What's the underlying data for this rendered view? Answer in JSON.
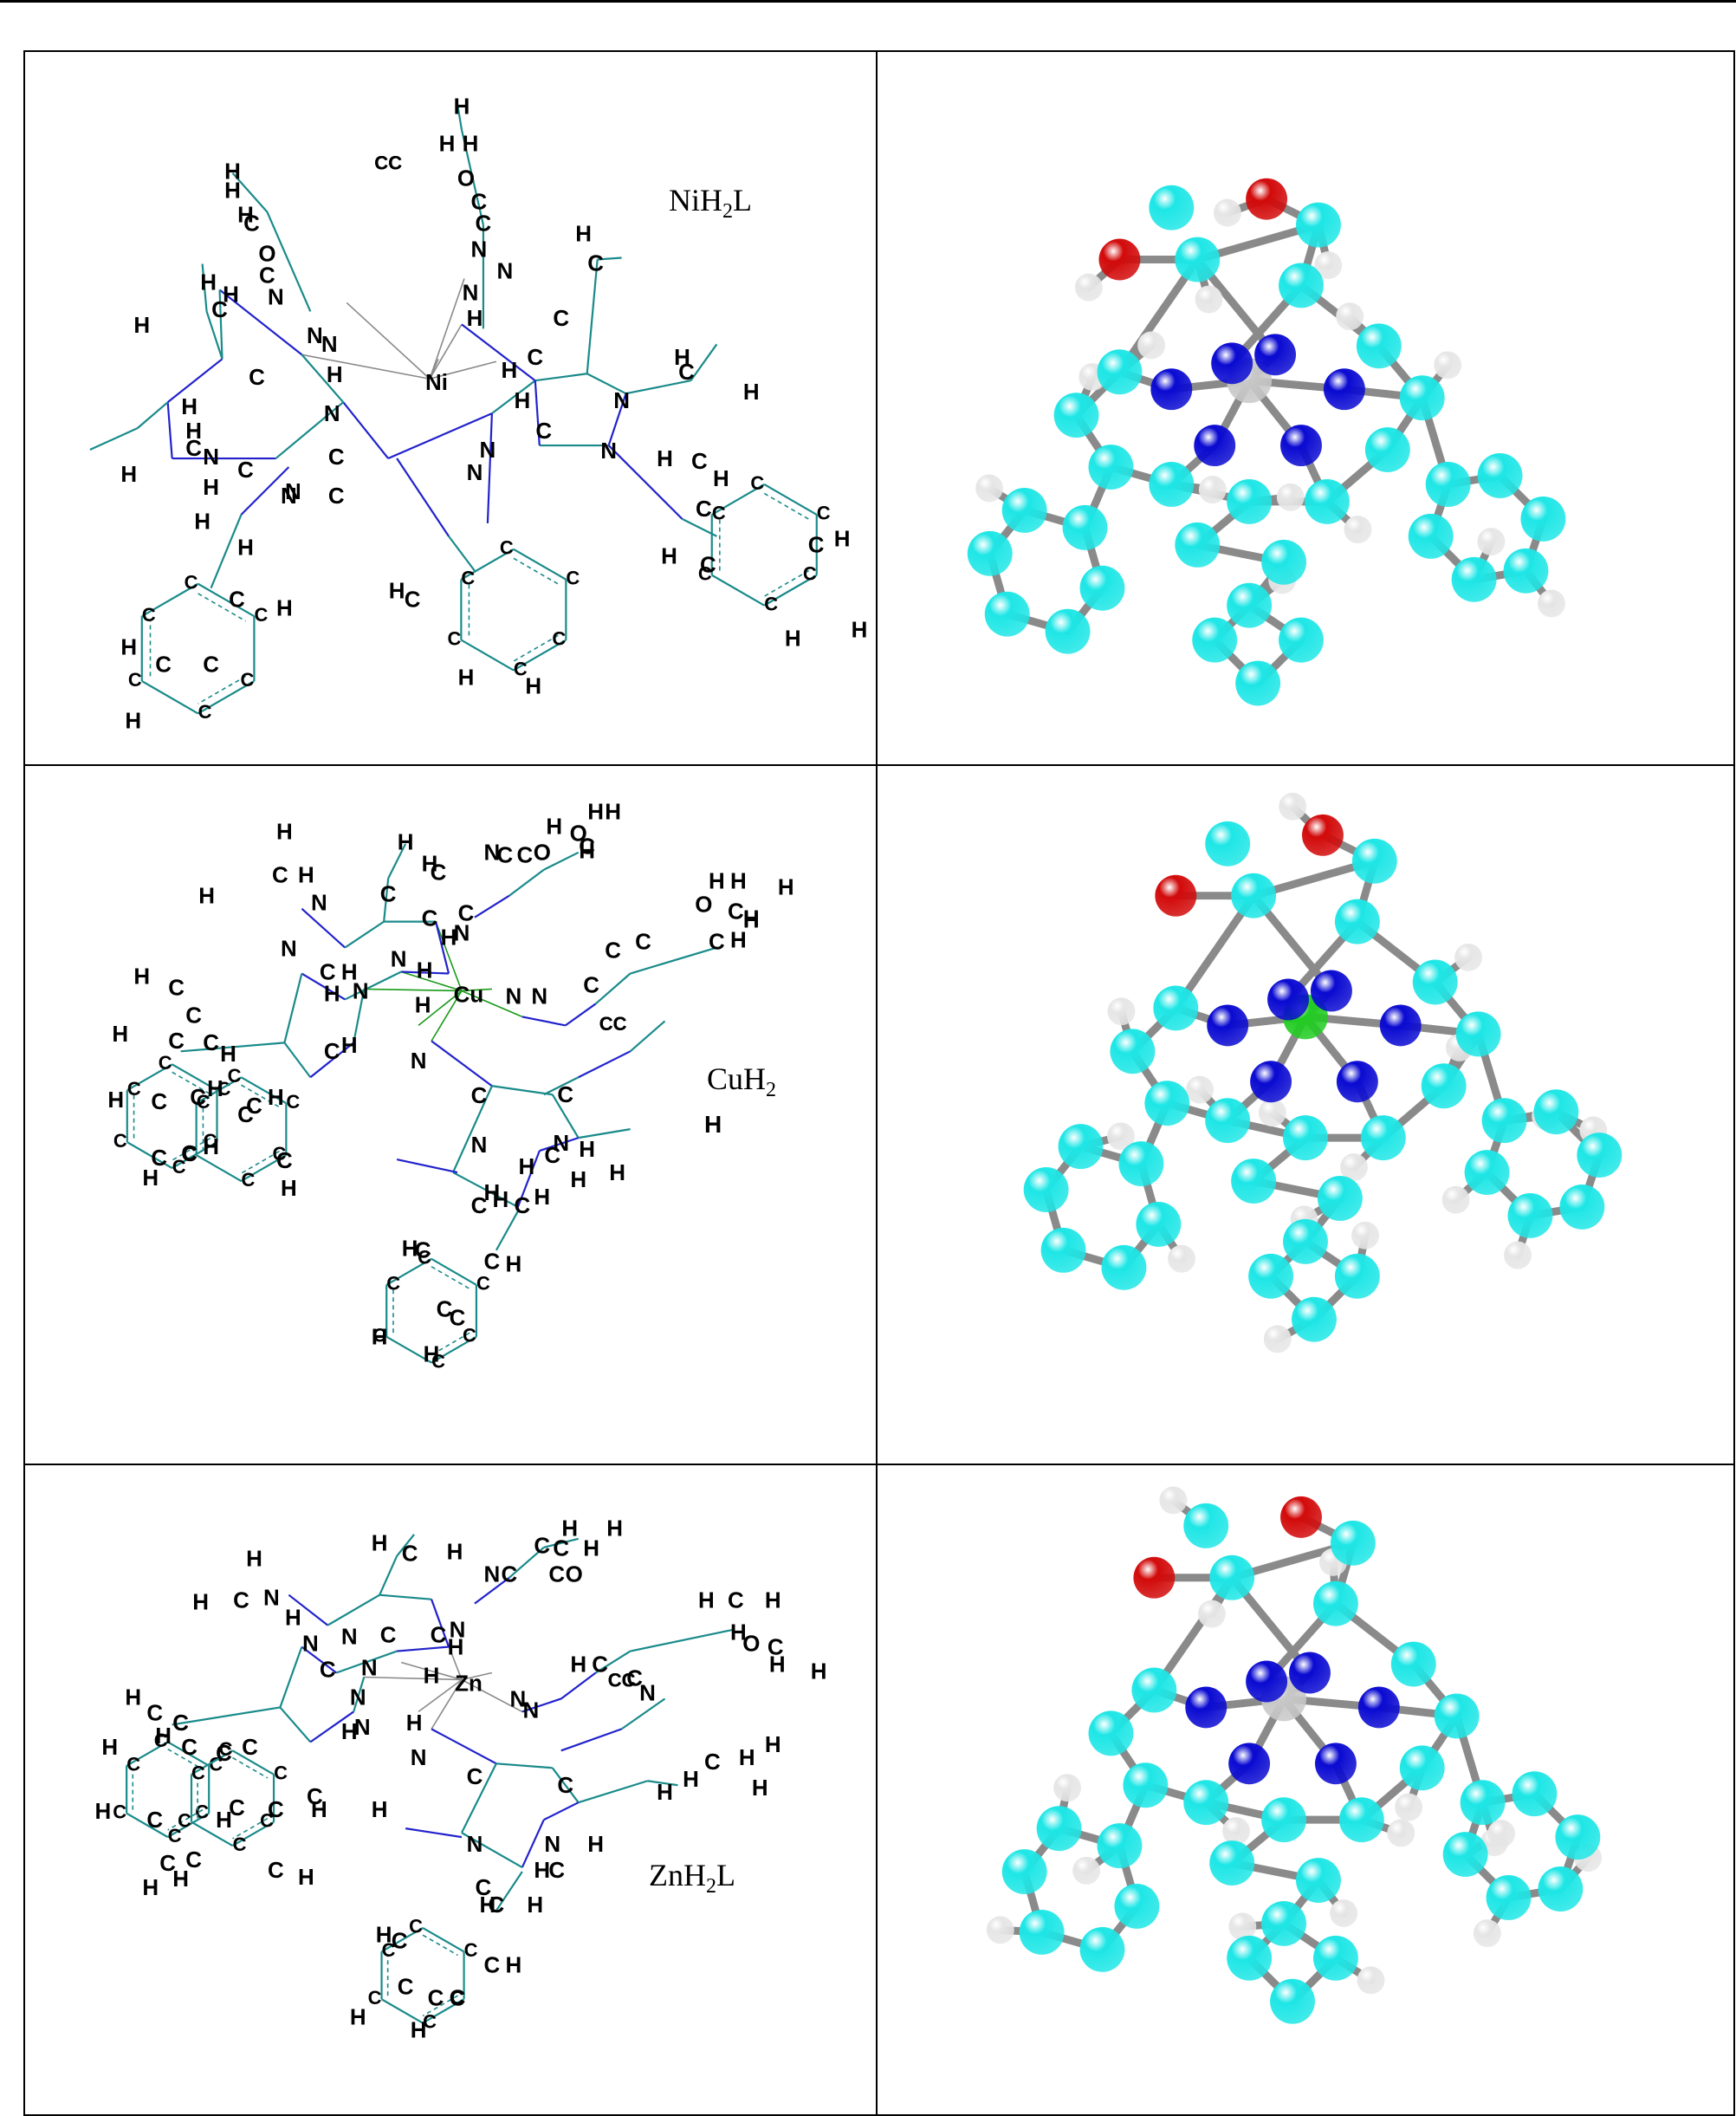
{
  "figure": {
    "rows": [
      {
        "complex_label": {
          "prefix": "NiH",
          "sub": "2",
          "suffix": "L"
        },
        "metal": {
          "symbol": "Ni",
          "color": "#c8c8c8"
        }
      },
      {
        "complex_label": {
          "prefix": "CuH",
          "sub": "2",
          "suffix": "",
          "extra_line": "H"
        },
        "metal": {
          "symbol": "Cu",
          "color": "#22cc22"
        }
      },
      {
        "complex_label": {
          "prefix": "ZnH",
          "sub": "2",
          "suffix": "L"
        },
        "metal": {
          "symbol": "Zn",
          "color": "#c8c8c8"
        }
      }
    ],
    "atom_colors": {
      "carbon": "#1ee6e6",
      "nitrogen": "#0a0ad2",
      "oxygen": "#d20a0a",
      "hydrogen": "#e6e6e6",
      "bond": "#8a8a8a"
    },
    "wireframe_colors": {
      "carbon_bond": "#1a8a8a",
      "nitrogen_bond": "#2222cc"
    }
  }
}
